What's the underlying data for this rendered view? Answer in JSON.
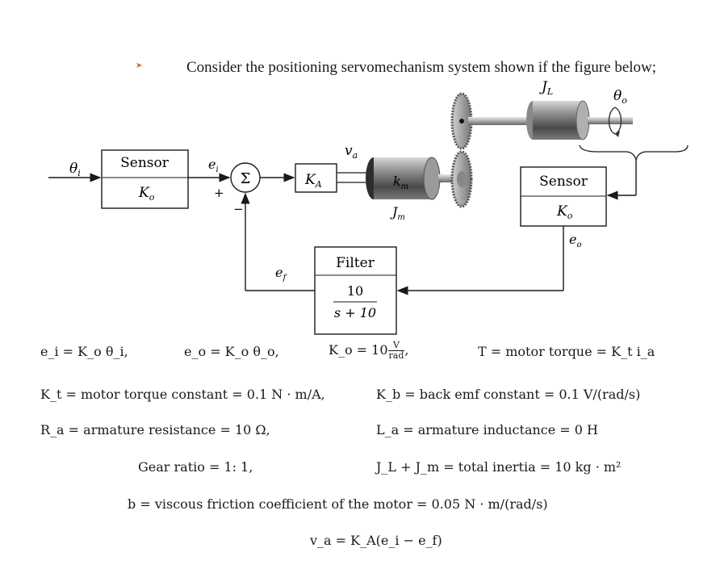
{
  "heading": "Consider the positioning servomechanism system shown if the figure below;",
  "diagram": {
    "theta_i": "θ",
    "theta_i_sub": "i",
    "sensor_in_title": "Sensor",
    "sensor_in_gain": "K",
    "sensor_in_gain_sub": "o",
    "e_i": "e",
    "e_i_sub": "i",
    "sum_symbol": "Σ",
    "plus_sign": "+",
    "minus_sign": "−",
    "amp_gain": "K",
    "amp_gain_sub": "A",
    "v_a": "v",
    "v_a_sub": "a",
    "k_m": "k",
    "k_m_sub": "m",
    "J_m": "J",
    "J_m_sub": "m",
    "J_L": "J",
    "J_L_sub": "L",
    "theta_o": "θ",
    "theta_o_sub": "o",
    "sensor_out_title": "Sensor",
    "sensor_out_gain": "K",
    "sensor_out_gain_sub": "o",
    "e_o": "e",
    "e_o_sub": "o",
    "e_f": "e",
    "e_f_sub": "f",
    "filter_title": "Filter",
    "filter_num": "10",
    "filter_den": "s + 10"
  },
  "equations": {
    "ei_def": "e_i = K_o θ_i,",
    "eo_def": "e_o = K_o θ_o,",
    "ko_value_lhs": "K_o = 10",
    "ko_unit_num": "V",
    "ko_unit_den": "rad",
    "torque_def": "T = motor torque = K_t i_a",
    "kt_def": "K_t = motor torque constant = 0.1 N · m/A,",
    "kb_def": "K_b = back emf constant = 0.1 V/(rad/s)",
    "ra_def": "R_a = armature resistance = 10 Ω,",
    "la_def": "L_a = armature inductance = 0 H",
    "gear_def": "Gear ratio = 1: 1,",
    "inertia_def": "J_L + J_m = total inertia = 10 kg · m²",
    "friction_def": "b = viscous friction coefficient of the motor = 0.05 N · m/(rad/s)",
    "va_def": "v_a = K_A(e_i − e_f)"
  }
}
